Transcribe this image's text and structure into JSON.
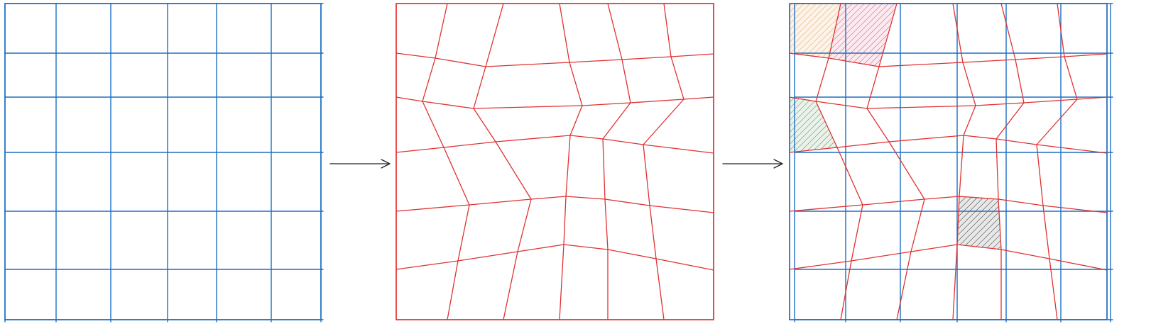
{
  "colors": {
    "background": "#ffffff",
    "grid_original": "#1c6fc4",
    "grid_deformed": "#e03131",
    "arrow": "#222222",
    "hatch_orange": "#f0a24a",
    "hatch_pink": "#e0507a",
    "hatch_green": "#5a9a5e",
    "hatch_gray": "#444444"
  },
  "panels": [
    {
      "id": "original-grid",
      "kind": "regular-grid",
      "rows": 6,
      "cols": 6
    },
    {
      "id": "deformed-grid",
      "kind": "deformed-grid",
      "rows": 6,
      "cols": 6
    },
    {
      "id": "overlay-grid",
      "kind": "overlay",
      "rows": 6,
      "cols": 6
    }
  ],
  "arrows": [
    {
      "id": "arrow-1",
      "from": "original-grid",
      "to": "deformed-grid"
    },
    {
      "id": "arrow-2",
      "from": "deformed-grid",
      "to": "overlay-grid"
    }
  ],
  "highlighted_cells": [
    {
      "id": "cell-orange",
      "color_key": "hatch_orange",
      "row": 0,
      "col": 0
    },
    {
      "id": "cell-pink",
      "color_key": "hatch_pink",
      "row": 0,
      "col": 1
    },
    {
      "id": "cell-green",
      "color_key": "hatch_green",
      "row": 2,
      "col": 0
    },
    {
      "id": "cell-gray",
      "color_key": "hatch_gray",
      "row": 4,
      "col": 3
    }
  ]
}
